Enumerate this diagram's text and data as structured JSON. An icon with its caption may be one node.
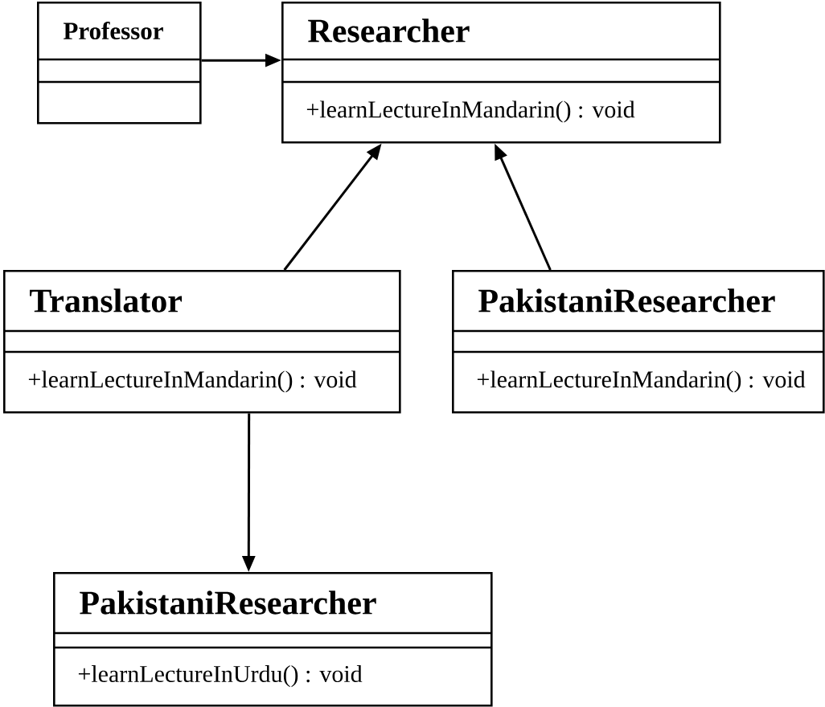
{
  "diagram": {
    "nodes": [
      {
        "text": [
          "Professor"
        ]
      },
      {
        "text": [
          "Researcher",
          "+learnLectureInMandarin() : void"
        ]
      },
      {
        "text": [
          "Translator",
          "+learnLectureInMandarin() : void"
        ]
      },
      {
        "text": [
          "PakistaniResearcher",
          "+learnLectureInMandarin() : void"
        ]
      },
      {
        "text": [
          "PakistaniResearcher",
          "+learnLectureInUrdu() : void"
        ]
      }
    ],
    "edges": [
      {
        "from": 0,
        "to": 1,
        "arrow": "to"
      },
      {
        "from": 2,
        "to": 1,
        "arrow": "to"
      },
      {
        "from": 3,
        "to": 1,
        "arrow": "to"
      },
      {
        "from": 2,
        "to": 4,
        "arrow": "to"
      }
    ]
  }
}
